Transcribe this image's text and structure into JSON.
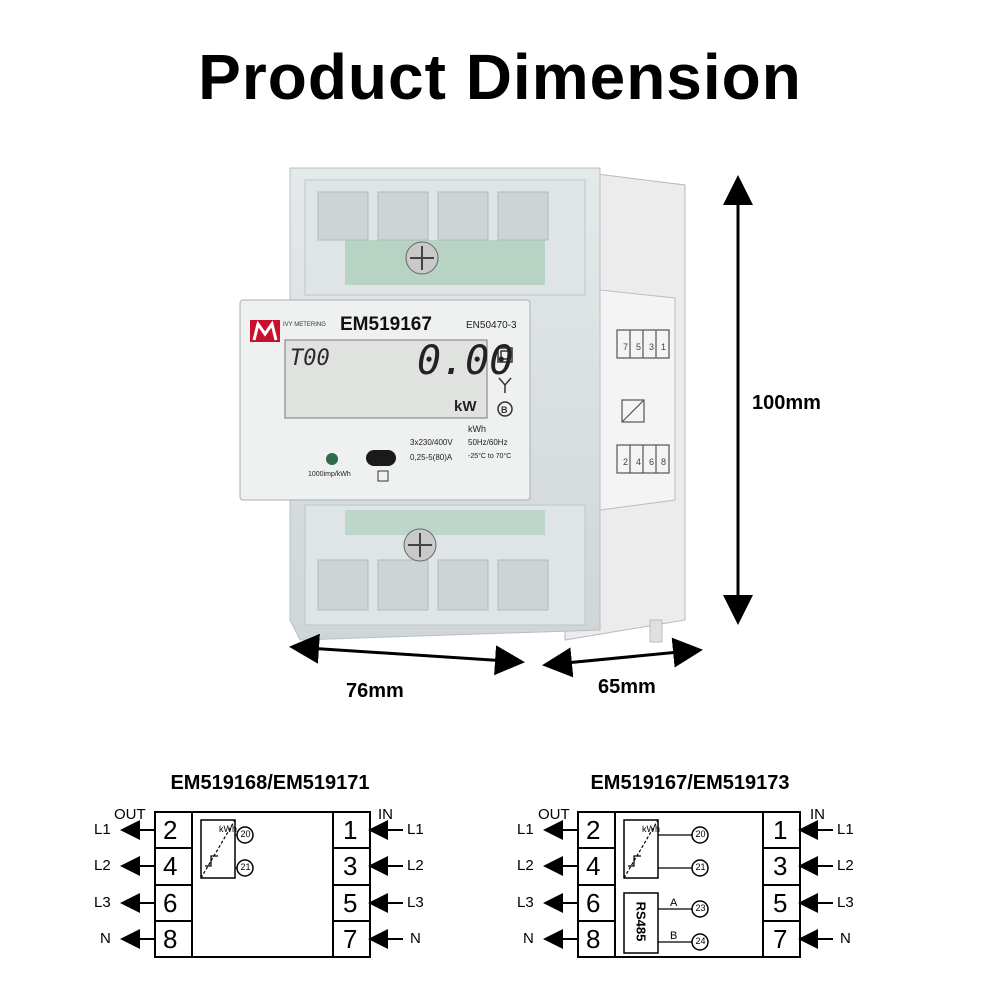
{
  "title": "Product Dimension",
  "dimensions": {
    "height": "100mm",
    "width": "76mm",
    "depth": "65mm"
  },
  "meter": {
    "brand": "IVY METERING",
    "model": "EM519167",
    "standard": "EN50470-3",
    "display_left": "T00",
    "display_value": "0.00",
    "display_unit": "kW",
    "kwh": "kWh",
    "voltage": "3x230/400V",
    "current": "0,25-5(80)A",
    "frequency": "50Hz/60Hz",
    "temperature": "-25°C to 70°C",
    "impulse": "1000imp/kWh"
  },
  "diagram_left": {
    "title": "EM519168/EM519171",
    "out_label": "OUT",
    "in_label": "IN",
    "left_lines": [
      "L1",
      "L2",
      "L3",
      "N"
    ],
    "right_lines": [
      "L1",
      "L2",
      "L3",
      "N"
    ],
    "left_terminals": [
      "2",
      "4",
      "6",
      "8"
    ],
    "right_terminals": [
      "1",
      "3",
      "5",
      "7"
    ],
    "pulse_terminals": [
      "20",
      "21"
    ],
    "kwh": "kWh"
  },
  "diagram_right": {
    "title": "EM519167/EM519173",
    "out_label": "OUT",
    "in_label": "IN",
    "left_lines": [
      "L1",
      "L2",
      "L3",
      "N"
    ],
    "right_lines": [
      "L1",
      "L2",
      "L3",
      "N"
    ],
    "left_terminals": [
      "2",
      "4",
      "6",
      "8"
    ],
    "right_terminals": [
      "1",
      "3",
      "5",
      "7"
    ],
    "pulse_terminals": [
      "20",
      "21"
    ],
    "rs_terminals": [
      "23",
      "24"
    ],
    "rs_label": "RS485",
    "a_label": "A",
    "b_label": "B",
    "kwh": "kWh"
  }
}
